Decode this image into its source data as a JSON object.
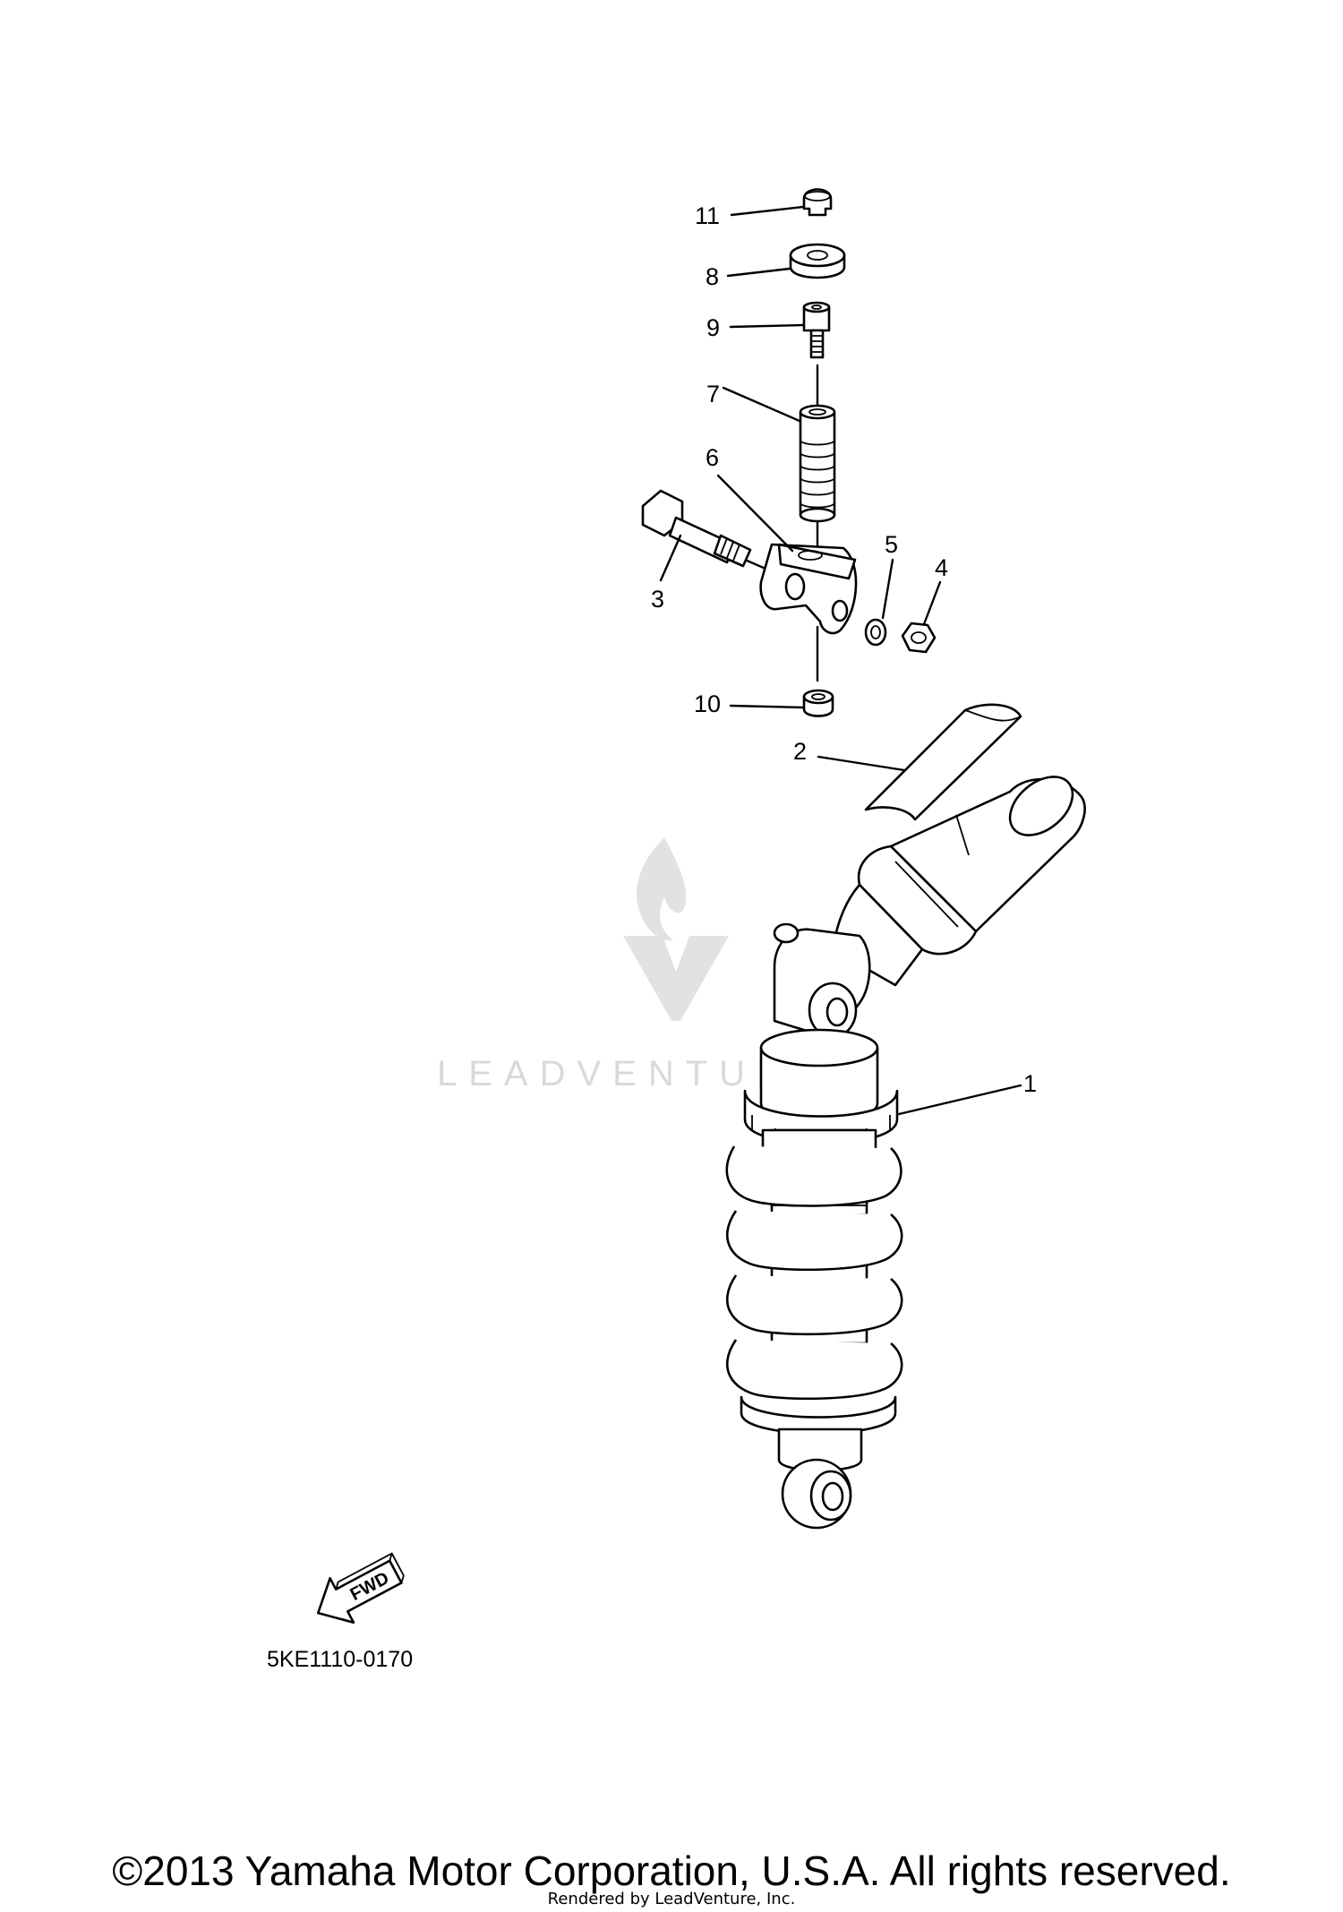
{
  "callouts": {
    "c1": "1",
    "c2": "2",
    "c3": "3",
    "c4": "4",
    "c5": "5",
    "c6": "6",
    "c7": "7",
    "c8": "8",
    "c9": "9",
    "c10": "10",
    "c11": "11"
  },
  "watermark": {
    "text": "LEADVENTURE"
  },
  "fwd_arrow_label": "FWD",
  "drawing_number": "5KE1110-0170",
  "footer": {
    "copyright": "©2013 Yamaha Motor Corporation, U.S.A. All rights reserved.",
    "rendered_by": "Rendered by LeadVenture, Inc."
  }
}
